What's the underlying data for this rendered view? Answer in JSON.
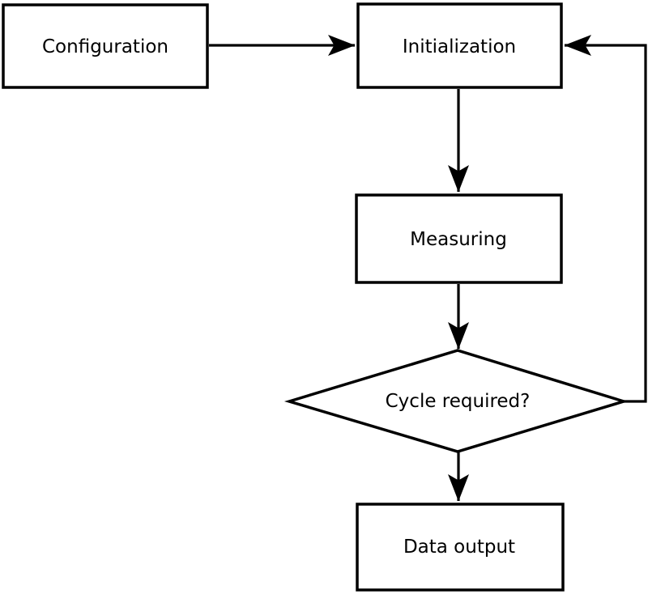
{
  "diagram": {
    "type": "flowchart",
    "colors": {
      "background": "#ffffff",
      "node_fill": "#ffffff",
      "stroke": "#000000",
      "text": "#000000"
    },
    "nodes": [
      {
        "id": "configuration",
        "label": "Configuration",
        "shape": "rectangle"
      },
      {
        "id": "initialization",
        "label": "Initialization",
        "shape": "rectangle"
      },
      {
        "id": "measuring",
        "label": "Measuring",
        "shape": "rectangle"
      },
      {
        "id": "cycle-required",
        "label": "Cycle required?",
        "shape": "diamond"
      },
      {
        "id": "data-output",
        "label": "Data output",
        "shape": "rectangle"
      }
    ],
    "edges": [
      {
        "from": "configuration",
        "to": "initialization",
        "direction": "right"
      },
      {
        "from": "initialization",
        "to": "measuring",
        "direction": "down"
      },
      {
        "from": "measuring",
        "to": "cycle-required",
        "direction": "down"
      },
      {
        "from": "cycle-required",
        "to": "data-output",
        "direction": "down"
      },
      {
        "from": "cycle-required",
        "to": "initialization",
        "direction": "loop-right-up"
      }
    ]
  }
}
